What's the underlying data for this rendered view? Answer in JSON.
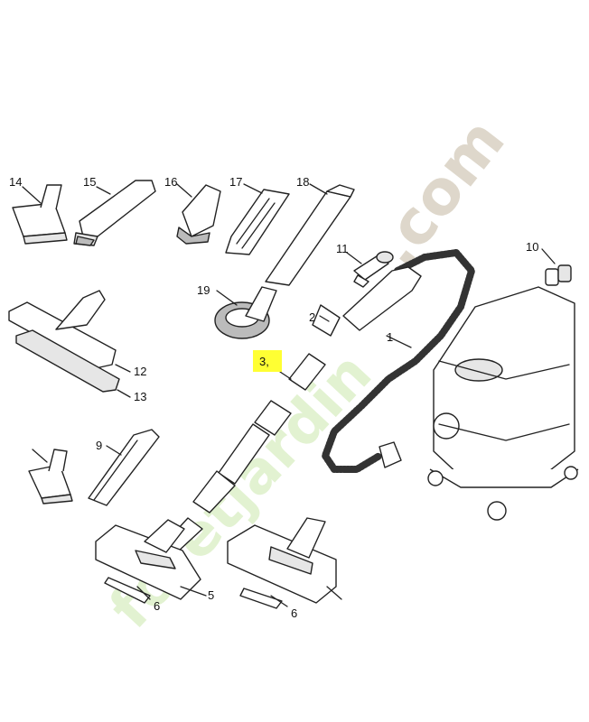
{
  "diagram": {
    "callouts": [
      {
        "id": "c1",
        "label": "1"
      },
      {
        "id": "c2",
        "label": "2"
      },
      {
        "id": "c3",
        "label": "3,",
        "highlight": true
      },
      {
        "id": "c5",
        "label": "5"
      },
      {
        "id": "c6a",
        "label": "6"
      },
      {
        "id": "c6b",
        "label": "6"
      },
      {
        "id": "c9",
        "label": "9"
      },
      {
        "id": "c10",
        "label": "10"
      },
      {
        "id": "c11",
        "label": "11"
      },
      {
        "id": "c12",
        "label": "12"
      },
      {
        "id": "c13",
        "label": "13"
      },
      {
        "id": "c14",
        "label": "14"
      },
      {
        "id": "c15",
        "label": "15"
      },
      {
        "id": "c16",
        "label": "16"
      },
      {
        "id": "c17",
        "label": "17"
      },
      {
        "id": "c18",
        "label": "18"
      },
      {
        "id": "c19",
        "label": "19"
      }
    ],
    "highlight_color": "#ffff33"
  },
  "watermark": {
    "domain_text": ".com",
    "brand_text": "foretjardin"
  }
}
